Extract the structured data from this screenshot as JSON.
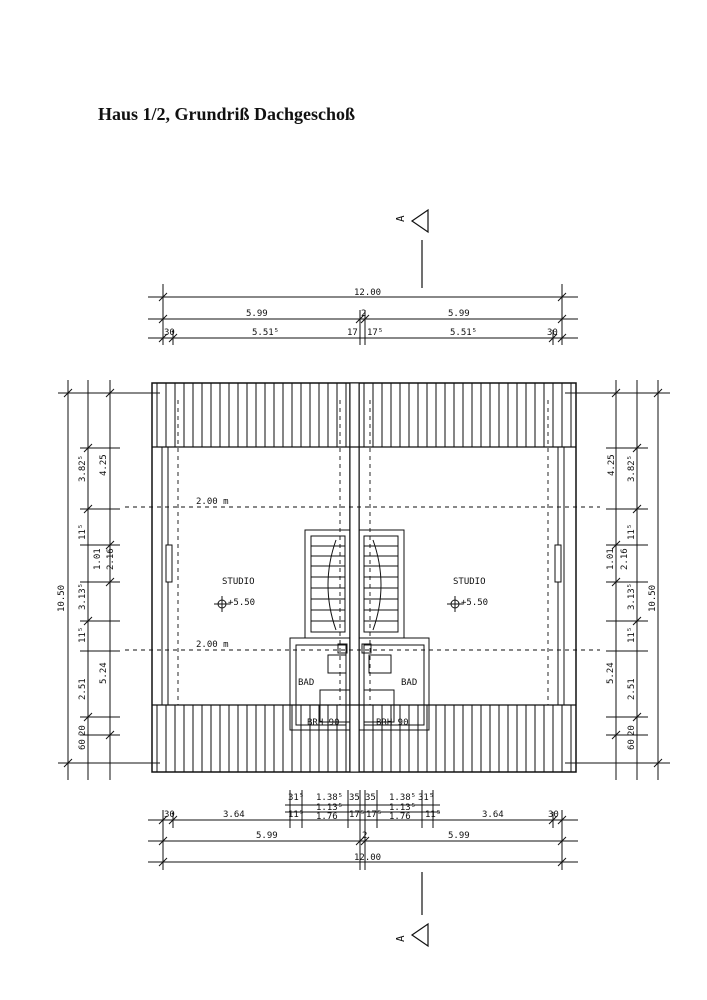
{
  "title": "Haus 1/2, Grundriß Dachgeschoß",
  "section_marks": {
    "top": "A",
    "bottom": "A"
  },
  "dims_top": {
    "overall": "12.00",
    "left_half": "5.99",
    "right_half": "5.99",
    "center_gap": "2",
    "wall_left": "30",
    "wall_right": "30",
    "inner_left": "5.51⁵",
    "inner_right": "5.51⁵",
    "center_left": "17",
    "center_right": "17⁵"
  },
  "dims_bottom": {
    "wall_left": "30",
    "left_room": "3.64",
    "right_room": "3.64",
    "wall_right": "30",
    "stair_l_a": "31⁵",
    "stair_l_b": "1.38⁵",
    "stair_l_c": "1.13⁵",
    "stair_l_d": "1.76",
    "stair_l_e": "11⁵",
    "center_a": "35",
    "center_b": "35",
    "center_c": "17⁵",
    "center_d": "17⁵",
    "stair_r_a": "1.38⁵",
    "stair_r_b": "31⁵",
    "stair_r_c": "1.13⁵",
    "stair_r_d": "1.76",
    "stair_r_e": "11⁵",
    "left_half": "5.99",
    "right_half": "5.99",
    "center_gap": "2",
    "overall": "12.00"
  },
  "dims_left": {
    "total": "10.50",
    "upper": "3.82⁵",
    "upper_outer": "4.25",
    "wall_a": "11⁵",
    "window": "1.01",
    "window_outer": "2.16",
    "mid": "3.13⁵",
    "wall_b": "11⁵",
    "lower_outer": "5.24",
    "lower": "2.51",
    "bottom_a": "60",
    "bottom_b": "20"
  },
  "dims_right": {
    "total": "10.50",
    "upper": "3.82⁵",
    "upper_outer": "4.25",
    "wall_a": "11⁵",
    "window": "1.01",
    "window_outer": "2.16",
    "mid": "3.13⁵",
    "wall_b": "11⁵",
    "lower_outer": "5.24",
    "lower": "2.51",
    "bottom_a": "60",
    "bottom_b": "20"
  },
  "rooms": {
    "studio_left": "STUDIO",
    "studio_right": "STUDIO",
    "level_left": "+5.50",
    "level_right": "+5.50",
    "bad_left": "BAD",
    "bad_right": "BAD",
    "brh_left": "BRH 90",
    "brh_right": "BRH 90",
    "line_2m_upper": "2.00 m",
    "line_2m_lower": "2.00 m"
  }
}
